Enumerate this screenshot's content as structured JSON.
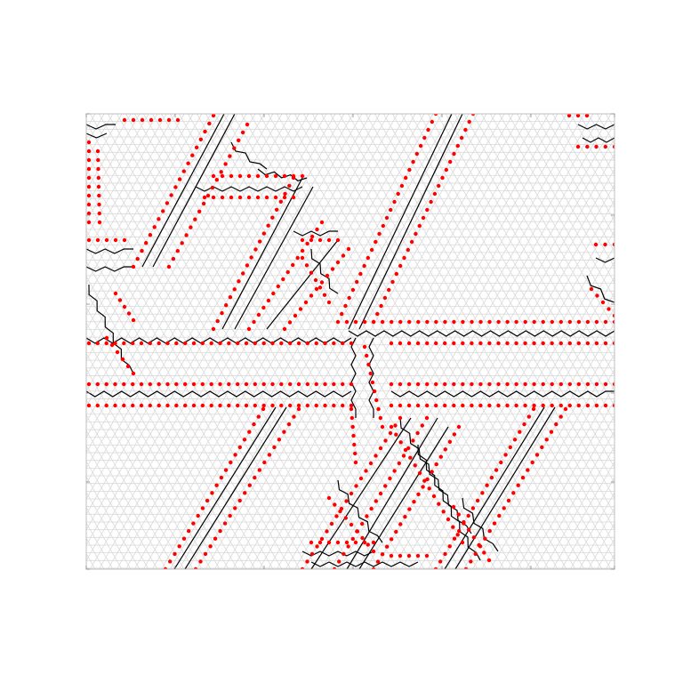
{
  "diagram": {
    "lattice": "triangular",
    "colors": {
      "background": "#ffffff",
      "grid": "#d9d9d9",
      "frame": "#bfbfbf",
      "path": "#000000",
      "marker": "#ff0000"
    },
    "legend": "none",
    "text": "none"
  }
}
